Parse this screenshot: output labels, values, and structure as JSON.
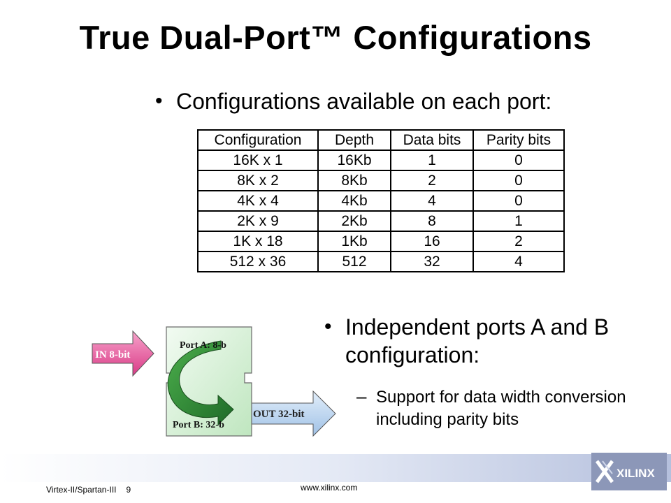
{
  "slide": {
    "title": "True Dual-Port™  Configurations",
    "bullet1": "Configurations available on each port:",
    "bullet2": "Independent ports A and B configuration:",
    "sub1": "Support for data width conversion including parity bits",
    "bullet_glyph": "•",
    "dash_glyph": "–"
  },
  "table": {
    "headers": [
      "Configuration",
      "Depth",
      "Data bits",
      "Parity bits"
    ],
    "rows": [
      [
        "16K x 1",
        "16Kb",
        "1",
        "0"
      ],
      [
        "8K x 2",
        "8Kb",
        "2",
        "0"
      ],
      [
        "4K x 4",
        "4Kb",
        "4",
        "0"
      ],
      [
        "2K x 9",
        "2Kb",
        "8",
        "1"
      ],
      [
        "1K x 18",
        "1Kb",
        "16",
        "2"
      ],
      [
        "512 x 36",
        "512",
        "32",
        "4"
      ]
    ]
  },
  "diagram": {
    "in_label": "IN 8-bit",
    "out_label": "OUT 32-bit",
    "port_a": "Port A: 8-b",
    "port_b": "Port B: 32-b",
    "colors": {
      "in_arrow": "#e8559c",
      "out_arrow": "#b8d4ef",
      "block": "#d6f0d6",
      "curve_arrow": "#2e8b3a"
    }
  },
  "footer": {
    "left": "Virtex-II/Spartan-III",
    "page": "9",
    "url": "www.xilinx.com",
    "logo_text": "XILINX"
  }
}
